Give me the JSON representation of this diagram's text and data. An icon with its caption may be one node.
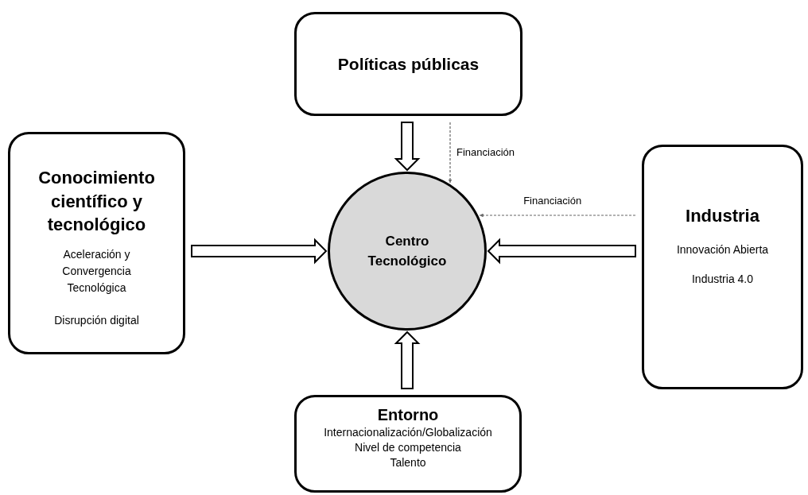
{
  "diagram": {
    "nodes": [
      {
        "text": [
          "Políticas públicas"
        ]
      },
      {
        "text": [
          "Conocimiento científico y tecnológico",
          "Aceleración y Convergencia Tecnológica",
          "Disrupción digital"
        ]
      },
      {
        "text": [
          "Centro Tecnológico"
        ]
      },
      {
        "text": [
          "Industria",
          "Innovación Abierta",
          "Industria 4.0"
        ]
      },
      {
        "text": [
          "Entorno",
          "Internacionalización/Globalización",
          "Nivel de competencia",
          "Talento"
        ]
      }
    ],
    "edges": [
      {
        "from": 0,
        "to": 2,
        "arrow": "to",
        "style": "thick"
      },
      {
        "from": 0,
        "to": 2,
        "arrow": "to",
        "style": "dashed",
        "label": "Financiación",
        "color": "#666666"
      },
      {
        "from": 1,
        "to": 2,
        "arrow": "to",
        "style": "thick"
      },
      {
        "from": 3,
        "to": 2,
        "arrow": "to",
        "style": "dashed",
        "label": "Financiación",
        "color": "#666666"
      },
      {
        "from": 3,
        "to": 2,
        "arrow": "to",
        "style": "thick"
      },
      {
        "from": 4,
        "to": 2,
        "arrow": "to",
        "style": "thick"
      }
    ]
  }
}
